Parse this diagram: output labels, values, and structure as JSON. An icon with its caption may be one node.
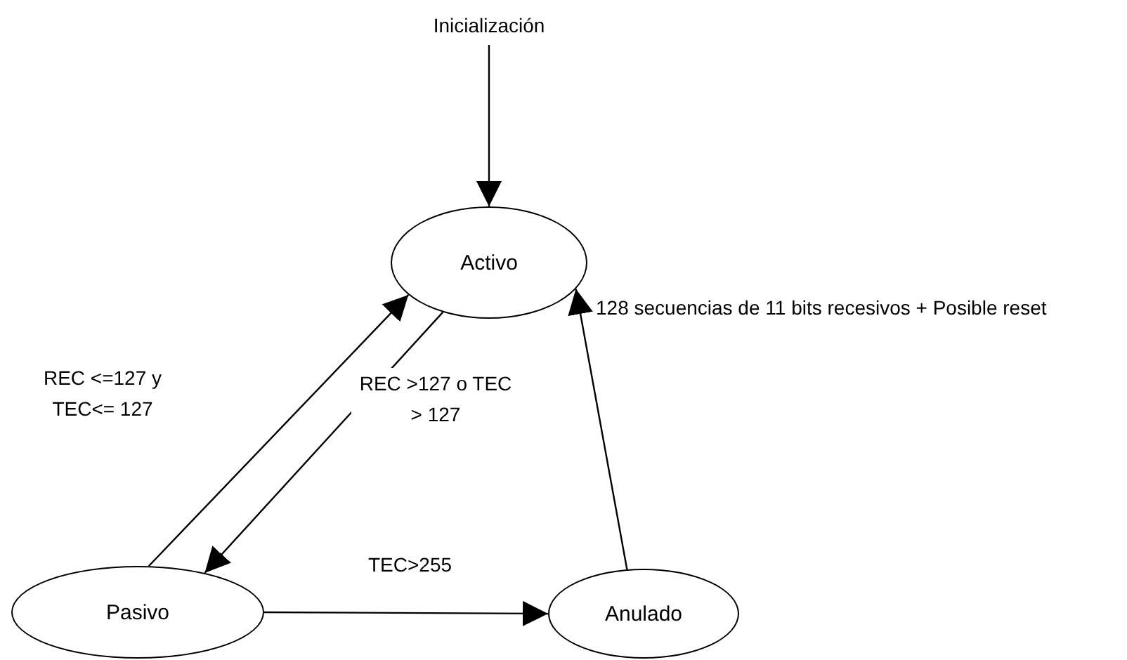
{
  "diagram": {
    "nodes": [
      {
        "text": [
          "Inicialización"
        ]
      },
      {
        "text": [
          "Activo"
        ]
      },
      {
        "text": [
          "Pasivo"
        ]
      },
      {
        "text": [
          "Anulado"
        ]
      }
    ],
    "edges": [
      {
        "from": 0,
        "to": 1,
        "arrow": "to"
      },
      {
        "from": 2,
        "to": 1,
        "arrow": "to",
        "label": "REC <=127 y TEC<= 127"
      },
      {
        "from": 1,
        "to": 2,
        "arrow": "to",
        "label": "REC >127 o TEC > 127"
      },
      {
        "from": 2,
        "to": 3,
        "arrow": "to",
        "label": "TEC>255"
      },
      {
        "from": 3,
        "to": 1,
        "arrow": "to",
        "label": "128 secuencias de 11 bits recesivos + Posible reset"
      }
    ]
  }
}
